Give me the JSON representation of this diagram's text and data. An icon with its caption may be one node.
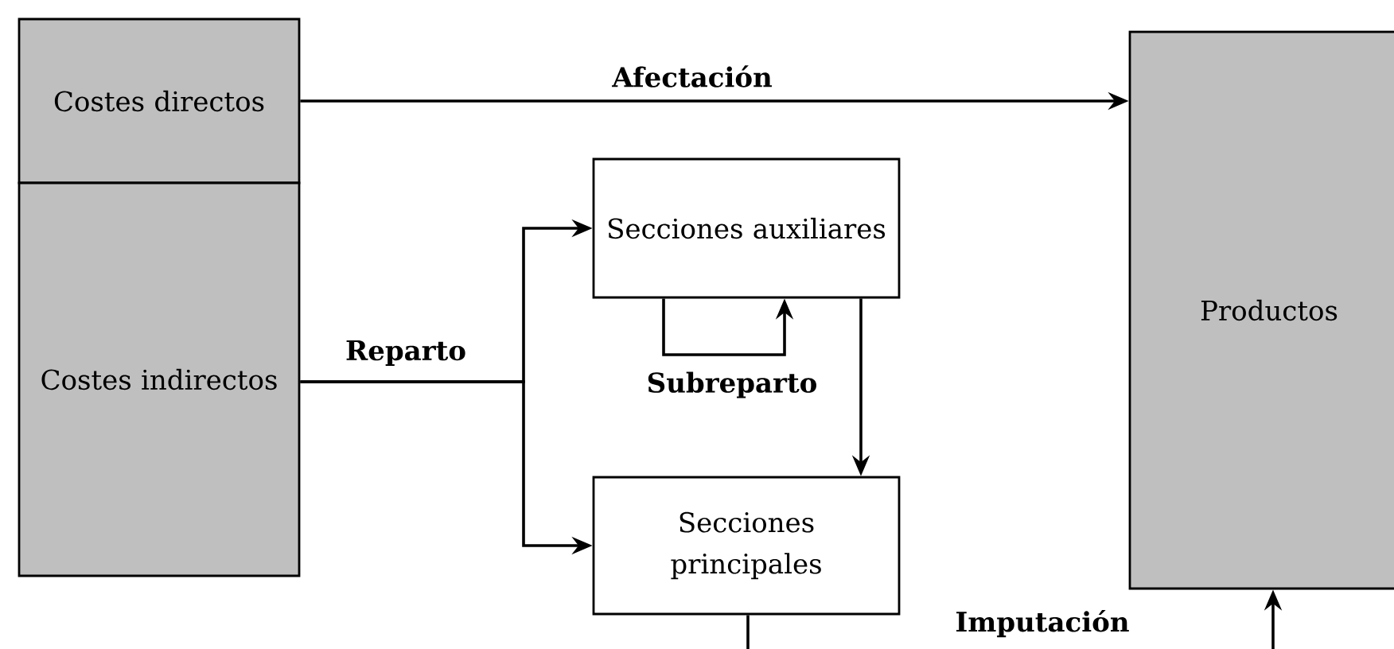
{
  "diagram": {
    "nodes": [
      {
        "text": [
          "Costes directos"
        ]
      },
      {
        "text": [
          "Costes indirectos"
        ]
      },
      {
        "text": [
          "Secciones auxiliares"
        ]
      },
      {
        "text": [
          "Secciones principales"
        ]
      },
      {
        "text": [
          "Productos"
        ]
      }
    ],
    "edges": [
      {
        "from": 0,
        "to": 4,
        "arrow": "to",
        "label": "Afectación"
      },
      {
        "from": 1,
        "to": 2,
        "arrow": "to",
        "label": "Reparto"
      },
      {
        "from": 1,
        "to": 3,
        "arrow": "to"
      },
      {
        "from": 2,
        "to": 2,
        "arrow": "to",
        "label": "Subreparto"
      },
      {
        "from": 2,
        "to": 3,
        "arrow": "to"
      },
      {
        "from": 3,
        "to": 4,
        "arrow": "to",
        "label": "Imputación"
      }
    ]
  }
}
